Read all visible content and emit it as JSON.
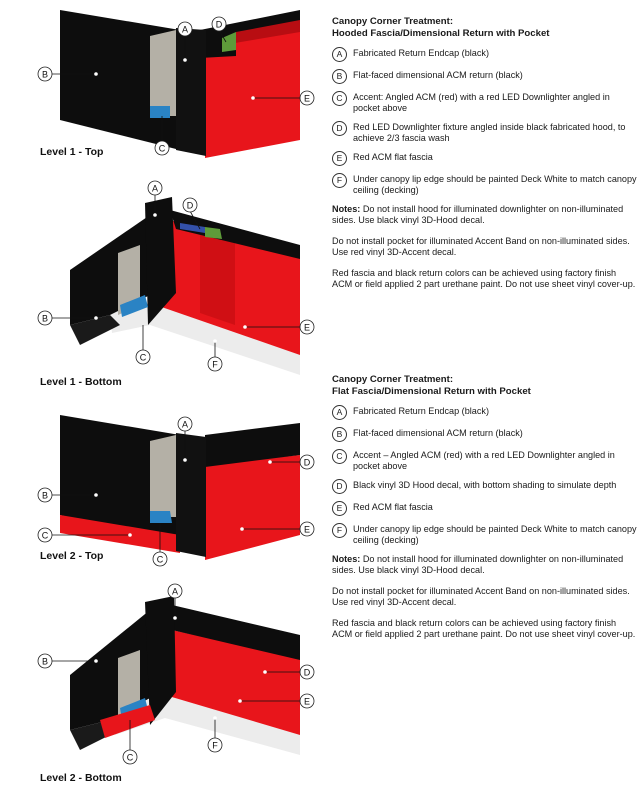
{
  "sections": [
    {
      "title_line1": "Canopy Corner Treatment:",
      "title_line2": "Hooded Fascia/Dimensional Return with Pocket",
      "items": [
        {
          "letter": "A",
          "text": "Fabricated Return Endcap (black)"
        },
        {
          "letter": "B",
          "text": "Flat-faced dimensional ACM return (black)"
        },
        {
          "letter": "C",
          "text": "Accent: Angled ACM (red) with a red LED Downlighter angled in pocket above"
        },
        {
          "letter": "D",
          "text": "Red LED Downlighter fixture angled inside black fabricated hood, to achieve 2/3 fascia wash"
        },
        {
          "letter": "E",
          "text": "Red ACM flat fascia"
        },
        {
          "letter": "F",
          "text": "Under canopy lip edge should be painted Deck White to match canopy ceiling (decking)"
        }
      ],
      "notes_label": "Notes:",
      "note1": "Do not install hood for illuminated downlighter on non-illuminated sides. Use black vinyl 3D-Hood decal.",
      "note2": "Do not install pocket for illuminated Accent Band on non-illuminated sides. Use red vinyl 3D-Accent decal.",
      "note3": "Red fascia and black return colors can be achieved using factory finish ACM or field applied 2 part urethane paint. Do not use sheet vinyl cover-up."
    },
    {
      "title_line1": "Canopy Corner Treatment:",
      "title_line2": "Flat Fascia/Dimensional Return with Pocket",
      "items": [
        {
          "letter": "A",
          "text": "Fabricated Return Endcap (black)"
        },
        {
          "letter": "B",
          "text": "Flat-faced dimensional ACM return (black)"
        },
        {
          "letter": "C",
          "text": "Accent – Angled ACM (red) with a red LED Downlighter angled in pocket above"
        },
        {
          "letter": "D",
          "text": "Black vinyl 3D Hood decal, with bottom shading to simulate depth"
        },
        {
          "letter": "E",
          "text": "Red ACM flat fascia"
        },
        {
          "letter": "F",
          "text": "Under canopy lip edge should be painted Deck White to match canopy ceiling (decking)"
        }
      ],
      "notes_label": "Notes:",
      "note1": "Do not install hood for illuminated downlighter on non-illuminated sides. Use black vinyl 3D-Hood decal.",
      "note2": "Do not install pocket for illuminated Accent Band on non-illuminated sides. Use red vinyl 3D-Accent decal.",
      "note3": "Red fascia and black return colors can be achieved using factory finish ACM or field applied 2 part urethane paint. Do not use sheet vinyl cover-up."
    }
  ],
  "levels": {
    "l1_top": "Level 1 - Top",
    "l1_bottom": "Level 1 - Bottom",
    "l2_top": "Level 2 - Top",
    "l2_bottom": "Level 2 - Bottom"
  },
  "callout_letters": {
    "a": "A",
    "b": "B",
    "c": "C",
    "d": "D",
    "e": "E",
    "f": "F"
  },
  "colors": {
    "fascia_red": "#e8151b",
    "return_black": "#0d0d0d",
    "endcap_gray": "#b4b0a6",
    "led_blue": "#2a83c4",
    "hood_green": "#5e9b3a",
    "deck_white": "#ececec"
  }
}
